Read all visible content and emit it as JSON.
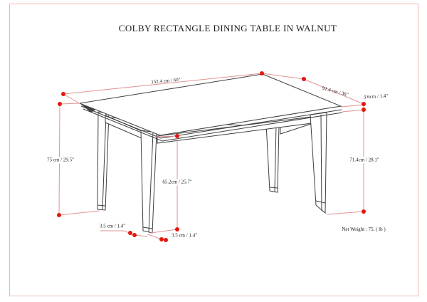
{
  "page": {
    "title": "COLBY RECTANGLE DINING TABLE IN WALNUT"
  },
  "dimensions": {
    "length": "152.4 cm / 60\"",
    "depth": "91.4 cm / 36\"",
    "top_thickness": "3.6cm / 1.4\"",
    "height": "75 cm / 29.5\"",
    "apron_clearance": "65.2cm / 25.7\"",
    "floor_to_top_underside": "71.4cm / 28.1\"",
    "leg_thickness_a": "3.5 cm / 1.4\"",
    "leg_thickness_b": "3.5 cm / 1.4\""
  },
  "net_weight": "Net Weight : 75. ( lb )",
  "colors": {
    "dimension_dot": "#e3170d",
    "dimension_line": "#e29292",
    "page_border": "#f2b6b6",
    "drawing_line": "#3f3f3f"
  }
}
